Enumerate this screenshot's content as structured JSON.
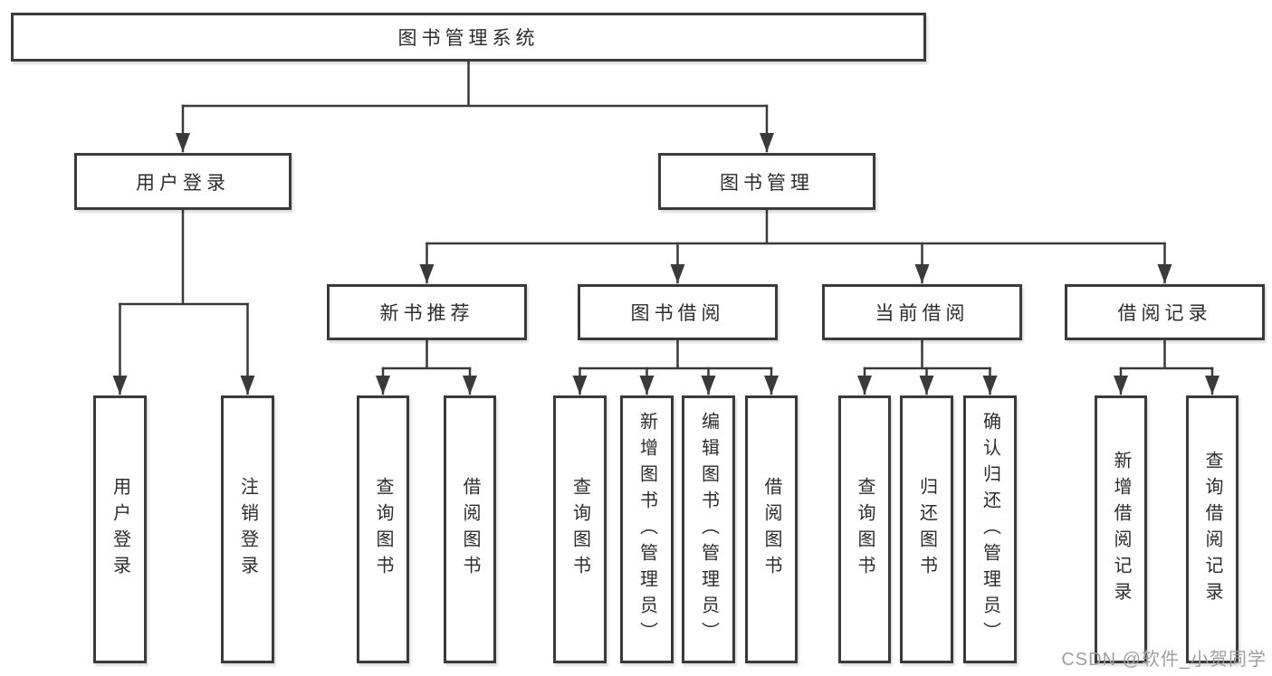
{
  "diagram": {
    "root": "图书管理系统",
    "level2": [
      "用户登录",
      "图书管理"
    ],
    "level3": [
      "新书推荐",
      "图书借阅",
      "当前借阅",
      "借阅记录"
    ],
    "leaves": {
      "user_login": [
        "用户登录",
        "注销登录"
      ],
      "new_book_recommend": [
        "查询图书",
        "借阅图书"
      ],
      "book_borrow": [
        "查询图书",
        "新增图书（管理员）",
        "编辑图书（管理员）",
        "借阅图书"
      ],
      "current_borrow": [
        "查询图书",
        "归还图书",
        "确认归还（管理员）"
      ],
      "borrow_records": [
        "新增借阅记录",
        "查询借阅记录"
      ]
    },
    "colors": {
      "line": "#3a3a3a",
      "border": "#3a3a3a",
      "text": "#2d2d2d",
      "background": "#ffffff",
      "watermark": "#9f9f9f"
    }
  },
  "watermark": {
    "text": "CSDN @软件_小贺同学"
  }
}
